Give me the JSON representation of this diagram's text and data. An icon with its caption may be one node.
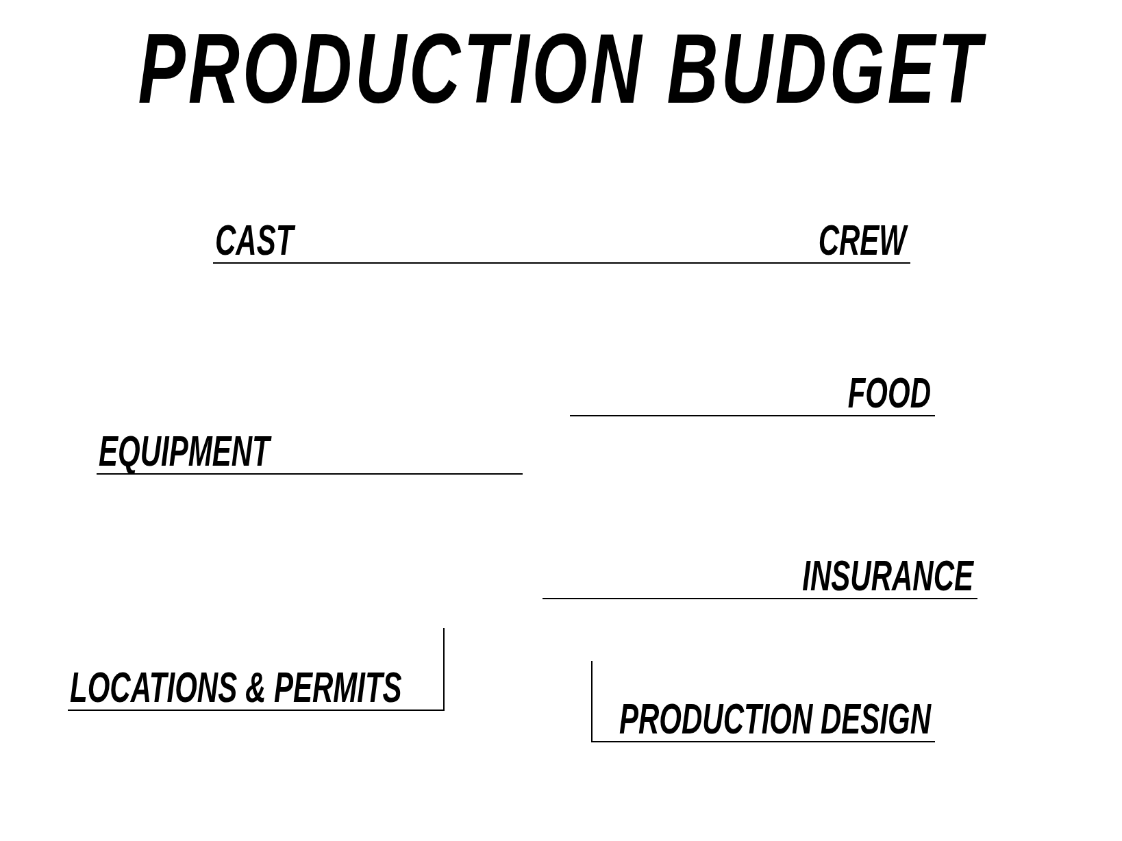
{
  "diagram": {
    "title": "PRODUCTION BUDGET",
    "nodes": [
      {
        "text": [
          "CAST"
        ]
      },
      {
        "text": [
          "CREW"
        ]
      },
      {
        "text": [
          "FOOD"
        ]
      },
      {
        "text": [
          "EQUIPMENT"
        ]
      },
      {
        "text": [
          "INSURANCE"
        ]
      },
      {
        "text": [
          "LOCATIONS & PERMITS"
        ]
      },
      {
        "text": [
          "PRODUCTION DESIGN"
        ]
      }
    ],
    "edges": [
      {
        "from": 0,
        "to": null,
        "arrow": "none"
      },
      {
        "from": 1,
        "to": null,
        "arrow": "none"
      },
      {
        "from": 2,
        "to": null,
        "arrow": "none"
      },
      {
        "from": 3,
        "to": null,
        "arrow": "none"
      },
      {
        "from": 4,
        "to": null,
        "arrow": "none"
      },
      {
        "from": 5,
        "to": null,
        "arrow": "none"
      },
      {
        "from": 6,
        "to": null,
        "arrow": "none"
      }
    ]
  }
}
